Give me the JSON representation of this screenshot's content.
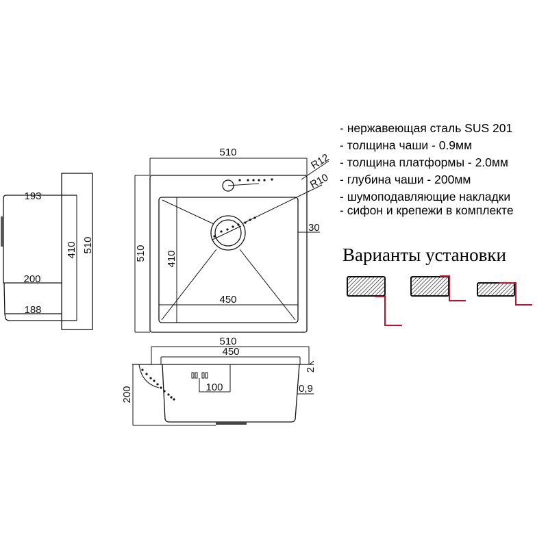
{
  "side_view": {
    "d193": "193",
    "d410": "410",
    "d510": "510",
    "d200": "200",
    "d188": "188"
  },
  "top_view": {
    "width_top": "510",
    "height_left": "510",
    "inner_height": "410",
    "inner_width": "450",
    "radius_outer": "R12",
    "radius_inner": "R10",
    "rim": "30"
  },
  "front_view": {
    "width_outer": "510",
    "width_inner": "450",
    "depth": "200",
    "offset": "100",
    "thickness": "0,9",
    "platform": "2"
  },
  "specs": [
    "- нержавеющая сталь SUS 201",
    "- толщина чаши - 0.9мм",
    "- толщина платформы - 2.0мм",
    "- глубина чаши - 200мм",
    "- шумоподавляющие накладки",
    "- сифон и крепежи в комплекте"
  ],
  "install_title": "Варианты установки",
  "colors": {
    "line": "#111111",
    "accent": "#c0102a"
  }
}
